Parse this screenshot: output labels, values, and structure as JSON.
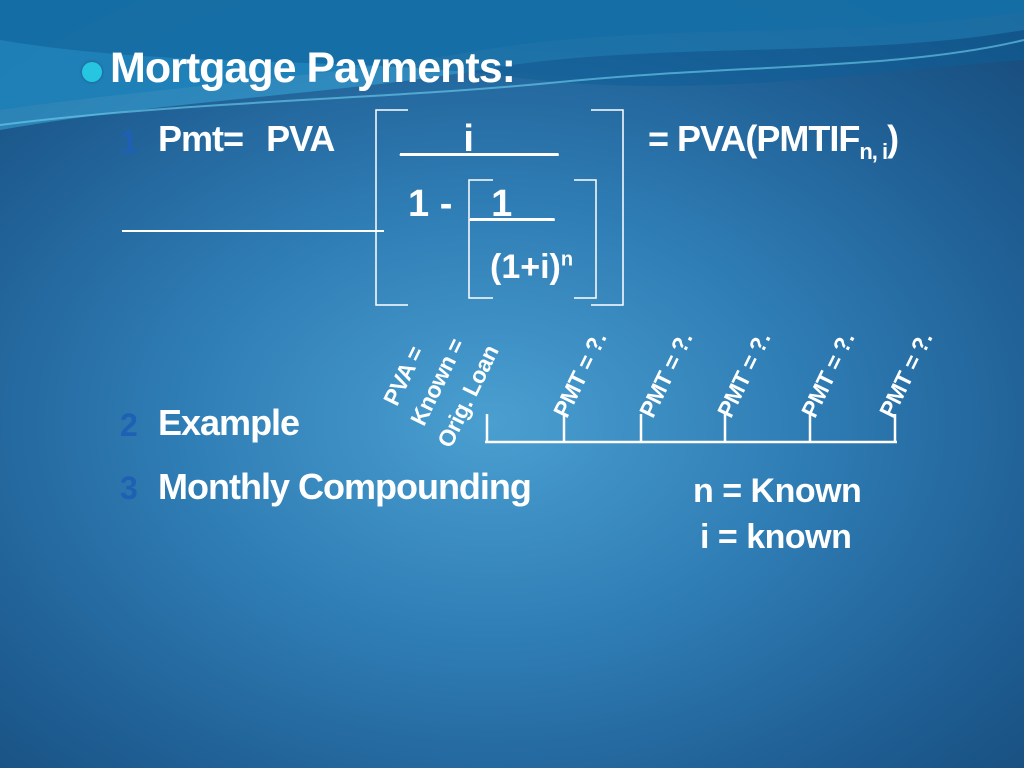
{
  "title": "Mortgage Payments:",
  "items": [
    {
      "num": "1",
      "label": "Pmt="
    },
    {
      "num": "2",
      "label": "Example"
    },
    {
      "num": "3",
      "label": "Monthly Compounding"
    }
  ],
  "formula": {
    "lhs_pva": "PVA",
    "numerator": "___i____",
    "one_minus": "1 -",
    "inner_numerator": "_1__",
    "inner_denominator_base": "(1+i)",
    "inner_denominator_exp": "n",
    "rhs_main": "= PVA(PMTIF",
    "rhs_sub": "n, i",
    "rhs_close": ")"
  },
  "timeline": {
    "pva_lines": [
      "PVA =",
      "Known =",
      "Orig. Loan"
    ],
    "pmt_label": "PMT = ?.",
    "pmt_count": 5
  },
  "known": {
    "n": "n = Known",
    "i": "i  = known"
  },
  "colors": {
    "text": "#ffffff",
    "number": "#1e60b3",
    "bullet": "#27c6e0"
  }
}
